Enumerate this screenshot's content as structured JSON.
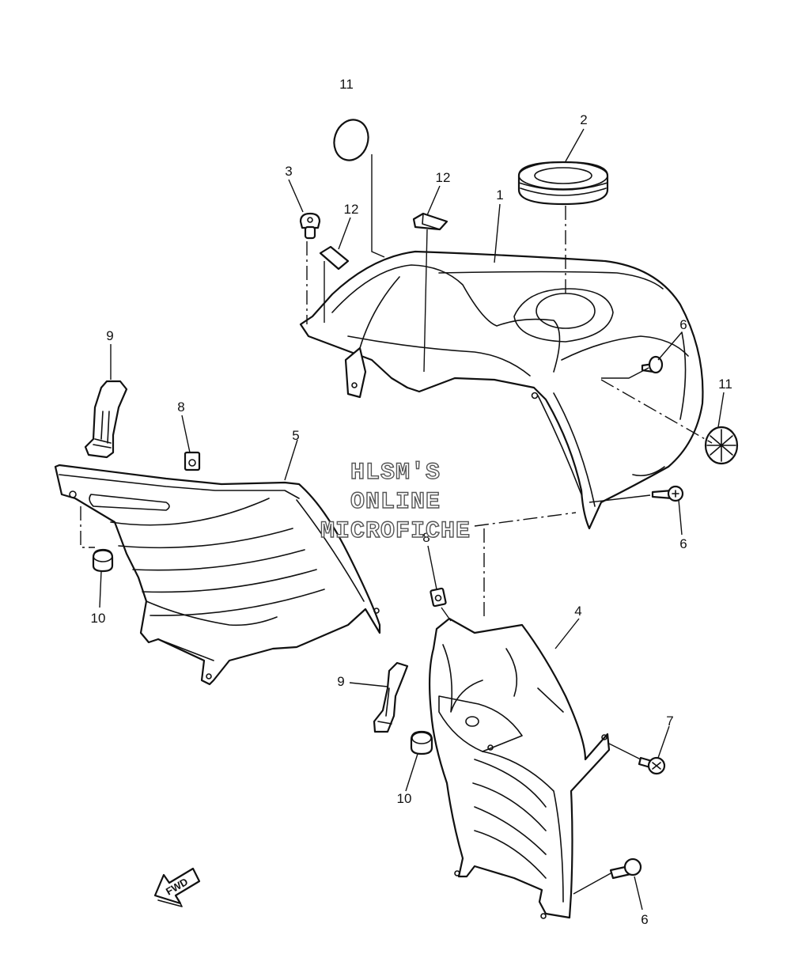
{
  "watermark": {
    "line1": "HLSM'S",
    "line2": "ONLINE",
    "line3": "MICROFICHE"
  },
  "direction_arrow": {
    "label": "FWD",
    "icon": "forward-arrow-icon"
  },
  "callouts": {
    "c1": "1",
    "c2": "2",
    "c3": "3",
    "c4": "4",
    "c5": "5",
    "c6a": "6",
    "c6b": "6",
    "c6c": "6",
    "c7": "7",
    "c8a": "8",
    "c8b": "8",
    "c9a": "9",
    "c9b": "9",
    "c10a": "10",
    "c10b": "10",
    "c11a": "11",
    "c11b": "11",
    "c12a": "12",
    "c12b": "12"
  }
}
